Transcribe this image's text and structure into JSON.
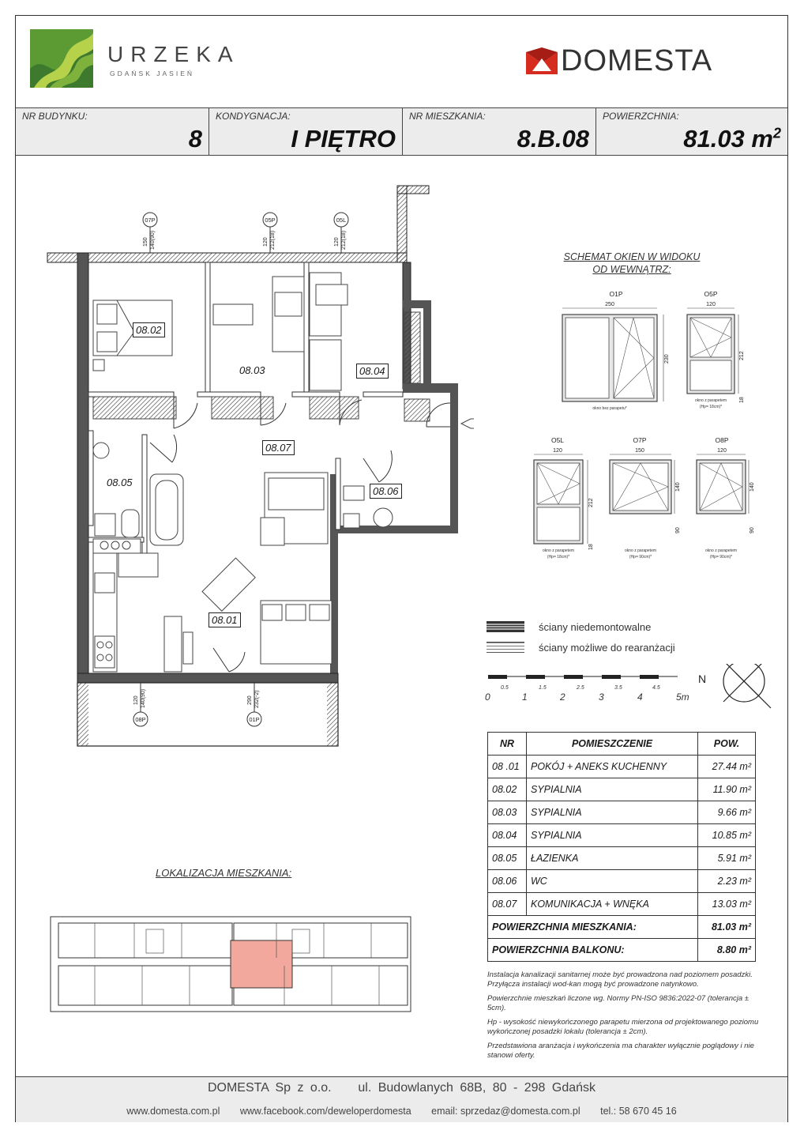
{
  "header": {
    "project_name": "URZEKA",
    "project_location": "GDAŃSK JASIEŃ",
    "developer": "DOMESTA",
    "colors": {
      "green_dark": "#2f6b2a",
      "green_light": "#9ac23c",
      "domesta_red": "#d62b1f"
    }
  },
  "info": {
    "building_label": "NR BUDYNKU:",
    "building_value": "8",
    "floor_label": "KONDYGNACJA:",
    "floor_value": "I PIĘTRO",
    "apartment_label": "NR MIESZKANIA:",
    "apartment_value": "8.B.08",
    "area_label": "POWIERZCHNIA:",
    "area_value": "81.03 m",
    "area_unit_sup": "2"
  },
  "plan": {
    "rooms": [
      "08.02",
      "08.03",
      "08.04",
      "08.07",
      "08.05",
      "08.06",
      "08.01"
    ],
    "window_tags": [
      "07P",
      "05P",
      "05L",
      "08P",
      "01P"
    ],
    "window_dims": [
      "150",
      "140(90)",
      "120",
      "212(18)",
      "120",
      "212(18)",
      "120",
      "140(90)",
      "290",
      "232(-2)"
    ]
  },
  "windows_schema": {
    "title_line1": "SCHEMAT OKIEN W WIDOKU",
    "title_line2": "OD WEWNĄTRZ:",
    "o1p": {
      "name": "O1P",
      "width": "250",
      "height": "230",
      "note": "okno bez parapetu*"
    },
    "o5p": {
      "name": "O5P",
      "width": "120",
      "height": "212",
      "sill": "18",
      "note1": "okno z parapetem",
      "note2": "(Hp= 18cm)*"
    },
    "o5l": {
      "name": "O5L",
      "width": "120",
      "height": "212",
      "sill": "18",
      "note1": "okno z parapetem",
      "note2": "(Hp= 18cm)*"
    },
    "o7p": {
      "name": "O7P",
      "width": "150",
      "height": "140",
      "sill": "90",
      "note1": "okno z parapetem",
      "note2": "(Hp= 90cm)*"
    },
    "o8p": {
      "name": "O8P",
      "width": "120",
      "height": "140",
      "sill": "90",
      "note1": "okno z parapetem",
      "note2": "(Hp= 90cm)*"
    }
  },
  "legend": {
    "fixed_walls": "ściany niedemontowalne",
    "movable_walls": "ściany możliwe do rearanżacji"
  },
  "scale": {
    "major": [
      "0",
      "1",
      "2",
      "3",
      "4",
      "5m"
    ],
    "minor": [
      "0.5",
      "1.5",
      "2.5",
      "3.5",
      "4.5"
    ],
    "north": "N"
  },
  "rooms_table": {
    "headers": [
      "NR",
      "POMIESZCZENIE",
      "POW."
    ],
    "rows": [
      [
        "08 .01",
        "POKÓJ + ANEKS KUCHENNY",
        "27.44 m²"
      ],
      [
        "08.02",
        "SYPIALNIA",
        "11.90 m²"
      ],
      [
        "08.03",
        "SYPIALNIA",
        "9.66 m²"
      ],
      [
        "08.04",
        "SYPIALNIA",
        "10.85 m²"
      ],
      [
        "08.05",
        "ŁAZIENKA",
        "5.91 m²"
      ],
      [
        "08.06",
        "WC",
        "2.23 m²"
      ],
      [
        "08.07",
        "KOMUNIKACJA + WNĘKA",
        "13.03 m²"
      ]
    ],
    "total_label": "POWIERZCHNIA MIESZKANIA:",
    "total_value": "81.03 m²",
    "balcony_label": "POWIERZCHNIA BALKONU:",
    "balcony_value": "8.80 m²"
  },
  "notes": [
    "Instalacja kanalizacji sanitarnej może być prowadzona nad poziomem posadzki. Przyłącza instalacji wod-kan mogą być prowadzone natynkowo.",
    "Powierzchnie mieszkań liczone wg. Normy PN-ISO 9836:2022-07 (tolerancja ± 5cm).",
    "Hp - wysokość niewykończonego parapetu mierzona od projektowanego poziomu wykończonej posadzki lokalu (tolerancja ± 2cm).",
    "Przedstawiona aranżacja i wykończenia ma charakter wyłącznie poglądowy i nie stanowi oferty."
  ],
  "location": {
    "title": "LOKALIZACJA MIESZKANIA:",
    "highlight_color": "#f2a89c"
  },
  "footer": {
    "company": "DOMESTA Sp z o.o.",
    "address": "ul. Budowlanych 68B, 80 - 298 Gdańsk",
    "website": "www.domesta.com.pl",
    "facebook": "www.facebook.com/deweloperdomesta",
    "email": "email: sprzedaz@domesta.com.pl",
    "phone": "tel.: 58 670 45 16"
  }
}
